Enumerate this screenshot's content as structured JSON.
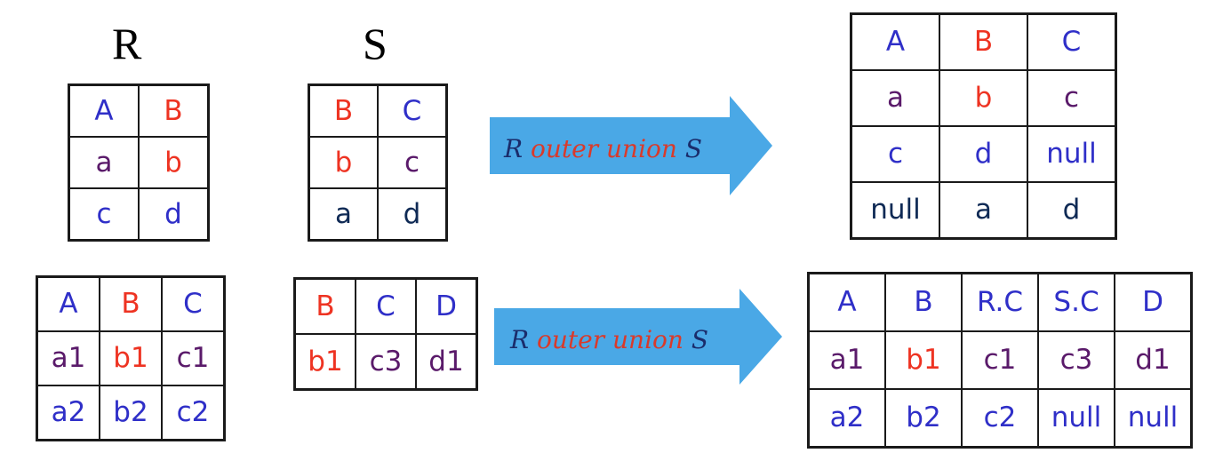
{
  "colors": {
    "blue": "#2f2fc8",
    "red": "#ee3322",
    "purple": "#5a1a6a",
    "navy": "#0f2a55",
    "arrow_fill": "#4aa8e6",
    "arrow_text_dark": "#1a2c6b",
    "arrow_text_red": "#d93a2b"
  },
  "example1": {
    "r_label": "R",
    "s_label": "S",
    "r": {
      "header": [
        {
          "t": "A",
          "c": "blue"
        },
        {
          "t": "B",
          "c": "red"
        }
      ],
      "rows": [
        [
          {
            "t": "a",
            "c": "purple"
          },
          {
            "t": "b",
            "c": "red"
          }
        ],
        [
          {
            "t": "c",
            "c": "blue"
          },
          {
            "t": "d",
            "c": "blue"
          }
        ]
      ]
    },
    "s": {
      "header": [
        {
          "t": "B",
          "c": "red"
        },
        {
          "t": "C",
          "c": "blue"
        }
      ],
      "rows": [
        [
          {
            "t": "b",
            "c": "red"
          },
          {
            "t": "c",
            "c": "purple"
          }
        ],
        [
          {
            "t": "a",
            "c": "navy"
          },
          {
            "t": "d",
            "c": "navy"
          }
        ]
      ]
    },
    "arrow": {
      "r": "R",
      "op": "outer union",
      "s": "S"
    },
    "result": {
      "header": [
        {
          "t": "A",
          "c": "blue"
        },
        {
          "t": "B",
          "c": "red"
        },
        {
          "t": "C",
          "c": "blue"
        }
      ],
      "rows": [
        [
          {
            "t": "a",
            "c": "purple"
          },
          {
            "t": "b",
            "c": "red"
          },
          {
            "t": "c",
            "c": "purple"
          }
        ],
        [
          {
            "t": "c",
            "c": "blue"
          },
          {
            "t": "d",
            "c": "blue"
          },
          {
            "t": "null",
            "c": "blue"
          }
        ],
        [
          {
            "t": "null",
            "c": "navy"
          },
          {
            "t": "a",
            "c": "navy"
          },
          {
            "t": "d",
            "c": "navy"
          }
        ]
      ]
    }
  },
  "example2": {
    "r": {
      "header": [
        {
          "t": "A",
          "c": "blue"
        },
        {
          "t": "B",
          "c": "red"
        },
        {
          "t": "C",
          "c": "blue"
        }
      ],
      "rows": [
        [
          {
            "t": "a1",
            "c": "purple"
          },
          {
            "t": "b1",
            "c": "red"
          },
          {
            "t": "c1",
            "c": "purple"
          }
        ],
        [
          {
            "t": "a2",
            "c": "blue"
          },
          {
            "t": "b2",
            "c": "blue"
          },
          {
            "t": "c2",
            "c": "blue"
          }
        ]
      ]
    },
    "s": {
      "header": [
        {
          "t": "B",
          "c": "red"
        },
        {
          "t": "C",
          "c": "blue"
        },
        {
          "t": "D",
          "c": "blue"
        }
      ],
      "rows": [
        [
          {
            "t": "b1",
            "c": "red"
          },
          {
            "t": "c3",
            "c": "purple"
          },
          {
            "t": "d1",
            "c": "purple"
          }
        ]
      ]
    },
    "arrow": {
      "r": "R",
      "op": "outer union",
      "s": "S"
    },
    "result": {
      "header": [
        {
          "t": "A",
          "c": "blue"
        },
        {
          "t": "B",
          "c": "blue"
        },
        {
          "t": "R.C",
          "c": "blue"
        },
        {
          "t": "S.C",
          "c": "blue"
        },
        {
          "t": "D",
          "c": "blue"
        }
      ],
      "rows": [
        [
          {
            "t": "a1",
            "c": "purple"
          },
          {
            "t": "b1",
            "c": "red"
          },
          {
            "t": "c1",
            "c": "purple"
          },
          {
            "t": "c3",
            "c": "purple"
          },
          {
            "t": "d1",
            "c": "purple"
          }
        ],
        [
          {
            "t": "a2",
            "c": "blue"
          },
          {
            "t": "b2",
            "c": "blue"
          },
          {
            "t": "c2",
            "c": "blue"
          },
          {
            "t": "null",
            "c": "blue"
          },
          {
            "t": "null",
            "c": "blue"
          }
        ]
      ]
    }
  }
}
